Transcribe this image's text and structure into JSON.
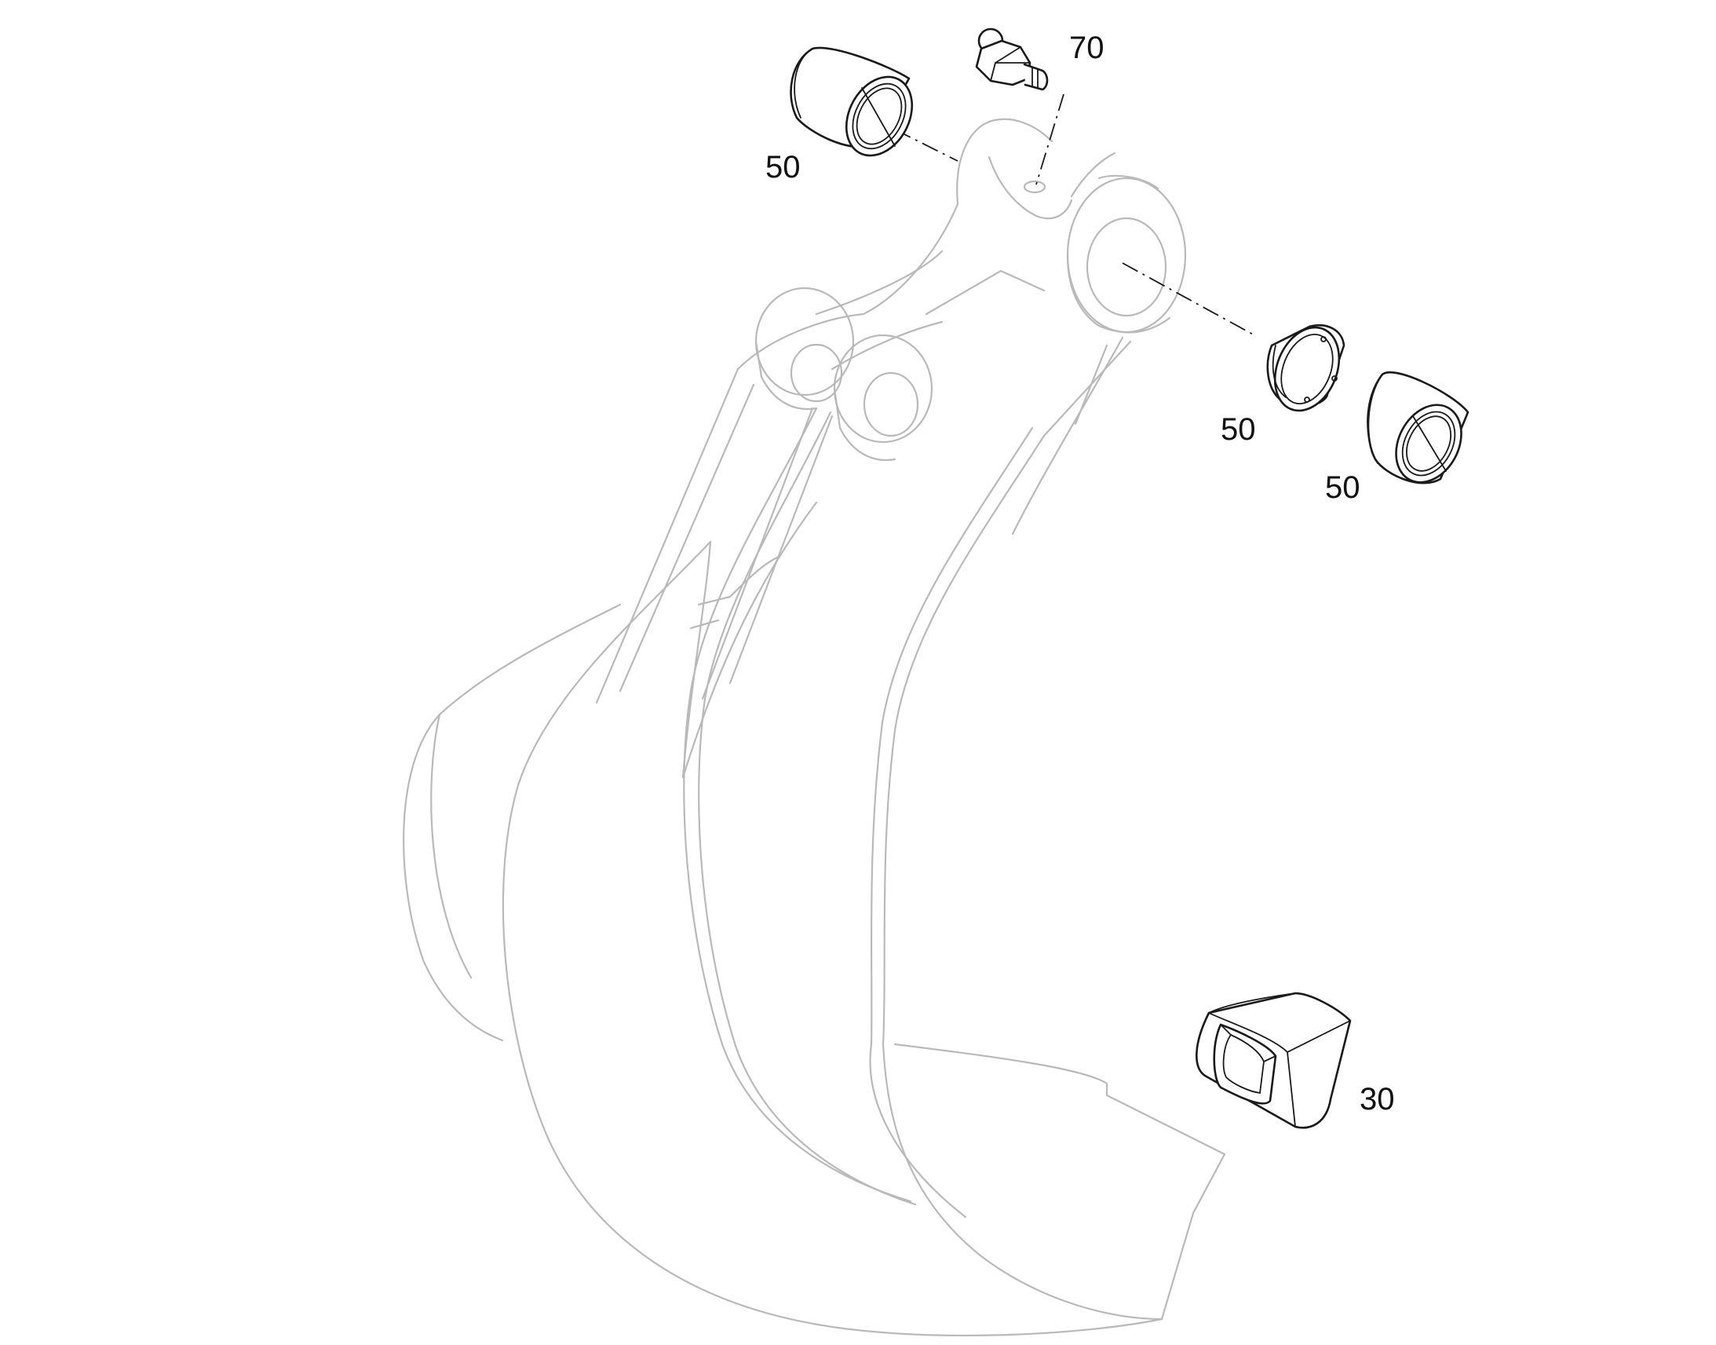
{
  "diagram": {
    "parts": [
      {
        "number": "70",
        "icon": "grease-nipple-icon"
      },
      {
        "number": "50",
        "icon": "bushing-icon"
      },
      {
        "number": "50",
        "icon": "seal-ring-icon"
      },
      {
        "number": "50",
        "icon": "bushing-icon"
      },
      {
        "number": "30",
        "icon": "tooth-adapter-icon"
      }
    ]
  },
  "colors": {
    "ghost_outline": "#b9b9b9",
    "part_outline": "#1a1a1a",
    "background": "#ffffff"
  }
}
